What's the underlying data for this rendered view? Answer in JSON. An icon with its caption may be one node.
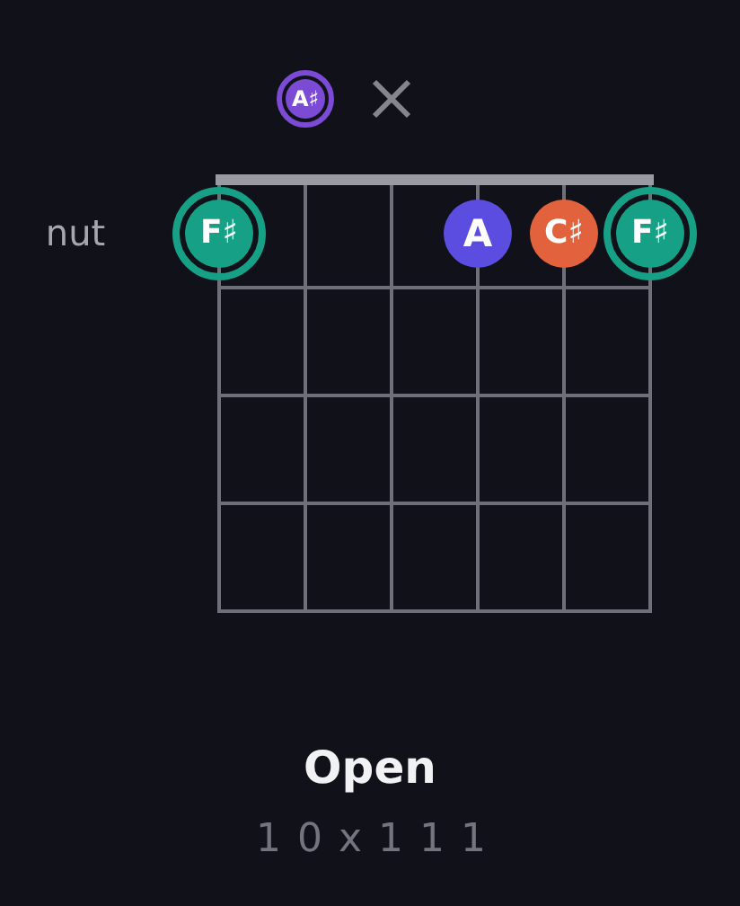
{
  "diagram": {
    "title": "Open",
    "nodes": [
      {
        "text": [
          "A♯"
        ]
      },
      {
        "text": [
          "F♯"
        ]
      },
      {
        "text": [
          "A"
        ]
      },
      {
        "text": [
          "C♯"
        ]
      },
      {
        "text": [
          "F♯"
        ]
      }
    ],
    "labels": [
      "nut",
      "1 0 x 1 1 1"
    ]
  }
}
